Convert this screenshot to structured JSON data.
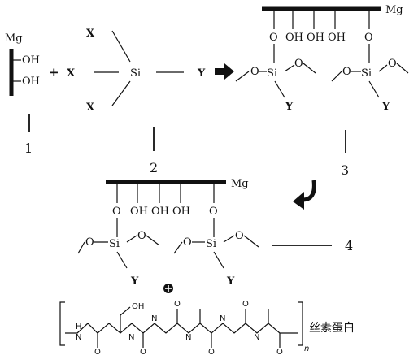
{
  "labels": {
    "mg": "Mg",
    "oh": "OH",
    "o": "O",
    "si": "Si",
    "x": "X",
    "y": "Y",
    "plus": "+",
    "n": "n",
    "silk": "丝素蛋白",
    "pointers": [
      "1",
      "2",
      "3",
      "4"
    ]
  }
}
